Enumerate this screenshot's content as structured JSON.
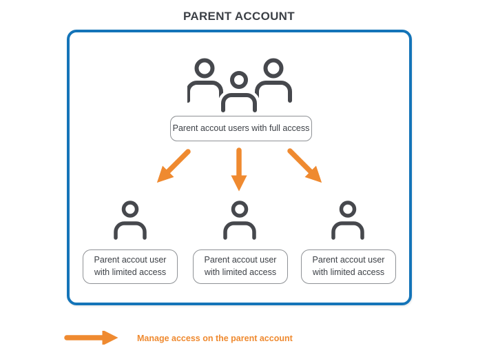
{
  "title": "PARENT ACCOUNT",
  "diagram": {
    "container_name": "parent-account-box",
    "full_access_label": "Parent accout users with full access",
    "limited_labels": [
      "Parent accout user\nwith limited access",
      "Parent accout user\nwith limited access",
      "Parent accout user\nwith limited access"
    ],
    "icons": {
      "top": "users-group-icon",
      "children": [
        "user-icon",
        "user-icon",
        "user-icon"
      ],
      "arrows": [
        "arrow-down-left-icon",
        "arrow-down-icon",
        "arrow-down-right-icon"
      ]
    }
  },
  "legend": {
    "arrow_icon": "arrow-right-icon",
    "text": "Manage access on the parent account"
  },
  "colors": {
    "accent_blue": "#1474B8",
    "arrow_orange": "#EF8A30",
    "icon_gray": "#46484D",
    "pill_border_gray": "#8E9195",
    "text_dark": "#3C4046",
    "background": "#FFFFFF"
  }
}
